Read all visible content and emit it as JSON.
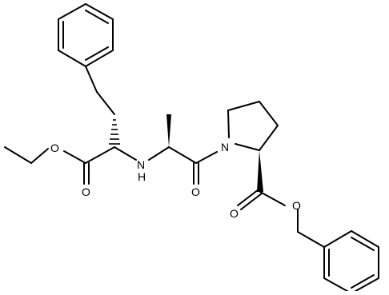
{
  "image": {
    "type": "skeletal structural formula",
    "background": "#ffffff",
    "bond_color": "#000000"
  },
  "atom_labels": {
    "ester_O": "O",
    "carbonyl_O_1": "O",
    "amine_N": "N",
    "amine_H": "H",
    "carbonyl_O_2": "O",
    "ring_N": "N",
    "carbonyl_O_3": "O",
    "ester_O_2": "O"
  }
}
